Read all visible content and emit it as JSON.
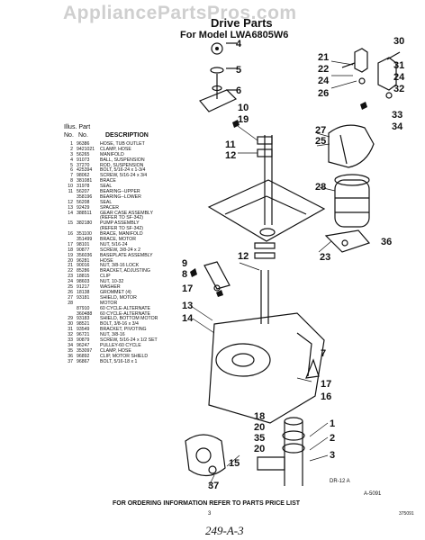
{
  "watermark": "AppliancePartsPros.com",
  "title": "Drive Parts",
  "subtitle": "For Model LWA6805W6",
  "parts_header": {
    "illus_label": "Illus. Part",
    "no": "No.",
    "part_no": "No.",
    "description": "DESCRIPTION"
  },
  "parts": [
    {
      "no": "1",
      "pn": "96386",
      "desc": "HOSE, TUB OUTLET"
    },
    {
      "no": "2",
      "pn": "9421021",
      "desc": "CLAMP, HOSE"
    },
    {
      "no": "3",
      "pn": "56265",
      "desc": "MANIFOLD"
    },
    {
      "no": "4",
      "pn": "91073",
      "desc": "BALL, SUSPENSION"
    },
    {
      "no": "5",
      "pn": "37270",
      "desc": "ROD, SUSPENSION"
    },
    {
      "no": "6",
      "pn": "425394",
      "desc": "BOLT, 5/16-24 x 1-3/4"
    },
    {
      "no": "7",
      "pn": "98062",
      "desc": "SCREW, 5/16-24 x 3/4"
    },
    {
      "no": "8",
      "pn": "381081",
      "desc": "BRACE"
    },
    {
      "no": "10",
      "pn": "31978",
      "desc": "SEAL"
    },
    {
      "no": "11",
      "pn": "56207",
      "desc": "BEARING--UPPER"
    },
    {
      "no": "",
      "pn": "358196",
      "desc": "BEARING--LOWER"
    },
    {
      "no": "12",
      "pn": "56208",
      "desc": "SEAL"
    },
    {
      "no": "13",
      "pn": "92429",
      "desc": "SPACER"
    },
    {
      "no": "14",
      "pn": "388511",
      "desc": "GEAR CASE ASSEMBLY"
    },
    {
      "no": "",
      "pn": "",
      "desc": "(REFER TO SF-342)"
    },
    {
      "no": "15",
      "pn": "382180",
      "desc": "PUMP ASSEMBLY"
    },
    {
      "no": "",
      "pn": "",
      "desc": "(REFER TO SF-342)"
    },
    {
      "no": "16",
      "pn": "351100",
      "desc": "BRACE, MANIFOLD"
    },
    {
      "no": "",
      "pn": "351499",
      "desc": "BRACE, MOTOR"
    },
    {
      "no": "17",
      "pn": "98101",
      "desc": "NUT, 5/16-24"
    },
    {
      "no": "18",
      "pn": "90877",
      "desc": "SCREW, 3/8-24 x 2"
    },
    {
      "no": "19",
      "pn": "356036",
      "desc": "BASEPLATE ASSEMBLY"
    },
    {
      "no": "20",
      "pn": "96281",
      "desc": "HOSE"
    },
    {
      "no": "21",
      "pn": "90016",
      "desc": "NUT, 3/8-16 LOCK"
    },
    {
      "no": "22",
      "pn": "85286",
      "desc": "BRACKET, ADJUSTING"
    },
    {
      "no": "23",
      "pn": "18815",
      "desc": "CLIP"
    },
    {
      "no": "24",
      "pn": "98603",
      "desc": "NUT, 10-32"
    },
    {
      "no": "25",
      "pn": "91217",
      "desc": "WASHER"
    },
    {
      "no": "26",
      "pn": "18138",
      "desc": "GROMMET (4)"
    },
    {
      "no": "27",
      "pn": "93181",
      "desc": "SHIELD, MOTOR"
    },
    {
      "no": "28",
      "pn": "",
      "desc": "MOTOR"
    },
    {
      "no": "",
      "pn": "87910",
      "desc": "60 CYCLE-ALTERNATE"
    },
    {
      "no": "",
      "pn": "360488",
      "desc": "60 CYCLE-ALTERNATE"
    },
    {
      "no": "29",
      "pn": "93183",
      "desc": "SHIELD, BOTTOM MOTOR"
    },
    {
      "no": "30",
      "pn": "98521",
      "desc": "BOLT, 3/8-16 x 3/4"
    },
    {
      "no": "31",
      "pn": "93549",
      "desc": "BRACKET, PIVOTING"
    },
    {
      "no": "32",
      "pn": "96721",
      "desc": "NUT, 3/8-16"
    },
    {
      "no": "33",
      "pn": "90879",
      "desc": "SCREW, 5/16-24 x 1/2 SET"
    },
    {
      "no": "34",
      "pn": "96247",
      "desc": "PULLEY-60 CYCLE"
    },
    {
      "no": "35",
      "pn": "353097",
      "desc": "CLAMP, HOSE"
    },
    {
      "no": "36",
      "pn": "96892",
      "desc": "CLIP, MOTOR SHIELD"
    },
    {
      "no": "37",
      "pn": "96867",
      "desc": "BOLT, 5/16-18 x 1"
    }
  ],
  "callouts": [
    "30",
    "4",
    "5",
    "6",
    "21",
    "22",
    "24",
    "26",
    "31",
    "24",
    "32",
    "10",
    "19",
    "11",
    "12",
    "27",
    "25",
    "33",
    "34",
    "28",
    "36",
    "23",
    "9",
    "8",
    "12",
    "17",
    "13",
    "14",
    "7",
    "17",
    "16",
    "18",
    "20",
    "35",
    "1",
    "15",
    "20",
    "2",
    "3",
    "37"
  ],
  "figure_labels": [
    "DR-12 A",
    "A-5091"
  ],
  "footer": "FOR ORDERING INFORMATION REFER TO PARTS PRICE LIST",
  "page_number": "3",
  "doc_code": "375091",
  "handwritten_note": "249-A-3"
}
